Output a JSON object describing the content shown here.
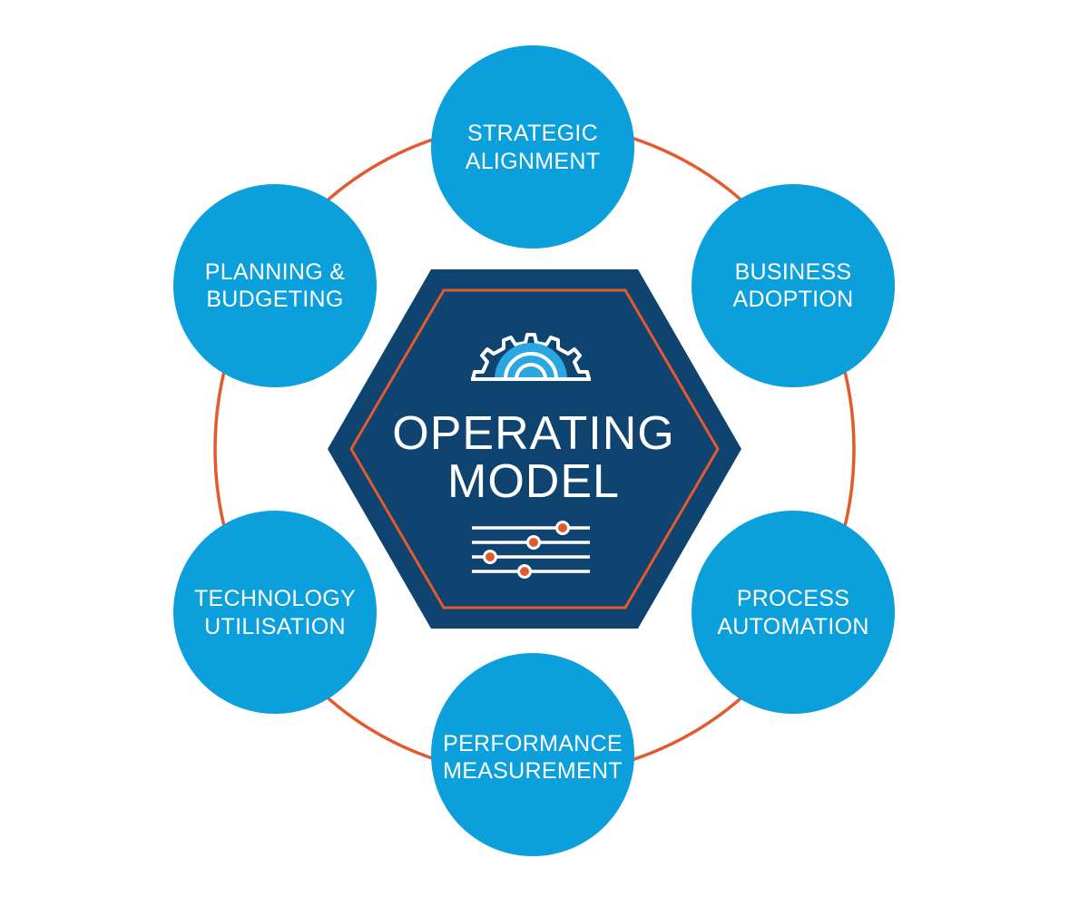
{
  "diagram": {
    "center": {
      "title_line1": "OPERATING",
      "title_line2": "MODEL",
      "gear_icon": "gear-icon",
      "sliders_icon": "sliders-icon"
    },
    "nodes": [
      {
        "line1": "STRATEGIC",
        "line2": "ALIGNMENT"
      },
      {
        "line1": "BUSINESS",
        "line2": "ADOPTION"
      },
      {
        "line1": "PROCESS",
        "line2": "AUTOMATION"
      },
      {
        "line1": "PERFORMANCE",
        "line2": "MEASUREMENT"
      },
      {
        "line1": "TECHNOLOGY",
        "line2": "UTILISATION"
      },
      {
        "line1": "PLANNING &",
        "line2": "BUDGETING"
      }
    ],
    "colors": {
      "node_fill": "#0b9fdc",
      "ring": "#e35a2f",
      "hexagon_fill": "#0f4370",
      "hexagon_border": "#e35a2f",
      "icon_light_blue": "#2aa6e0",
      "text": "#ffffff"
    }
  }
}
